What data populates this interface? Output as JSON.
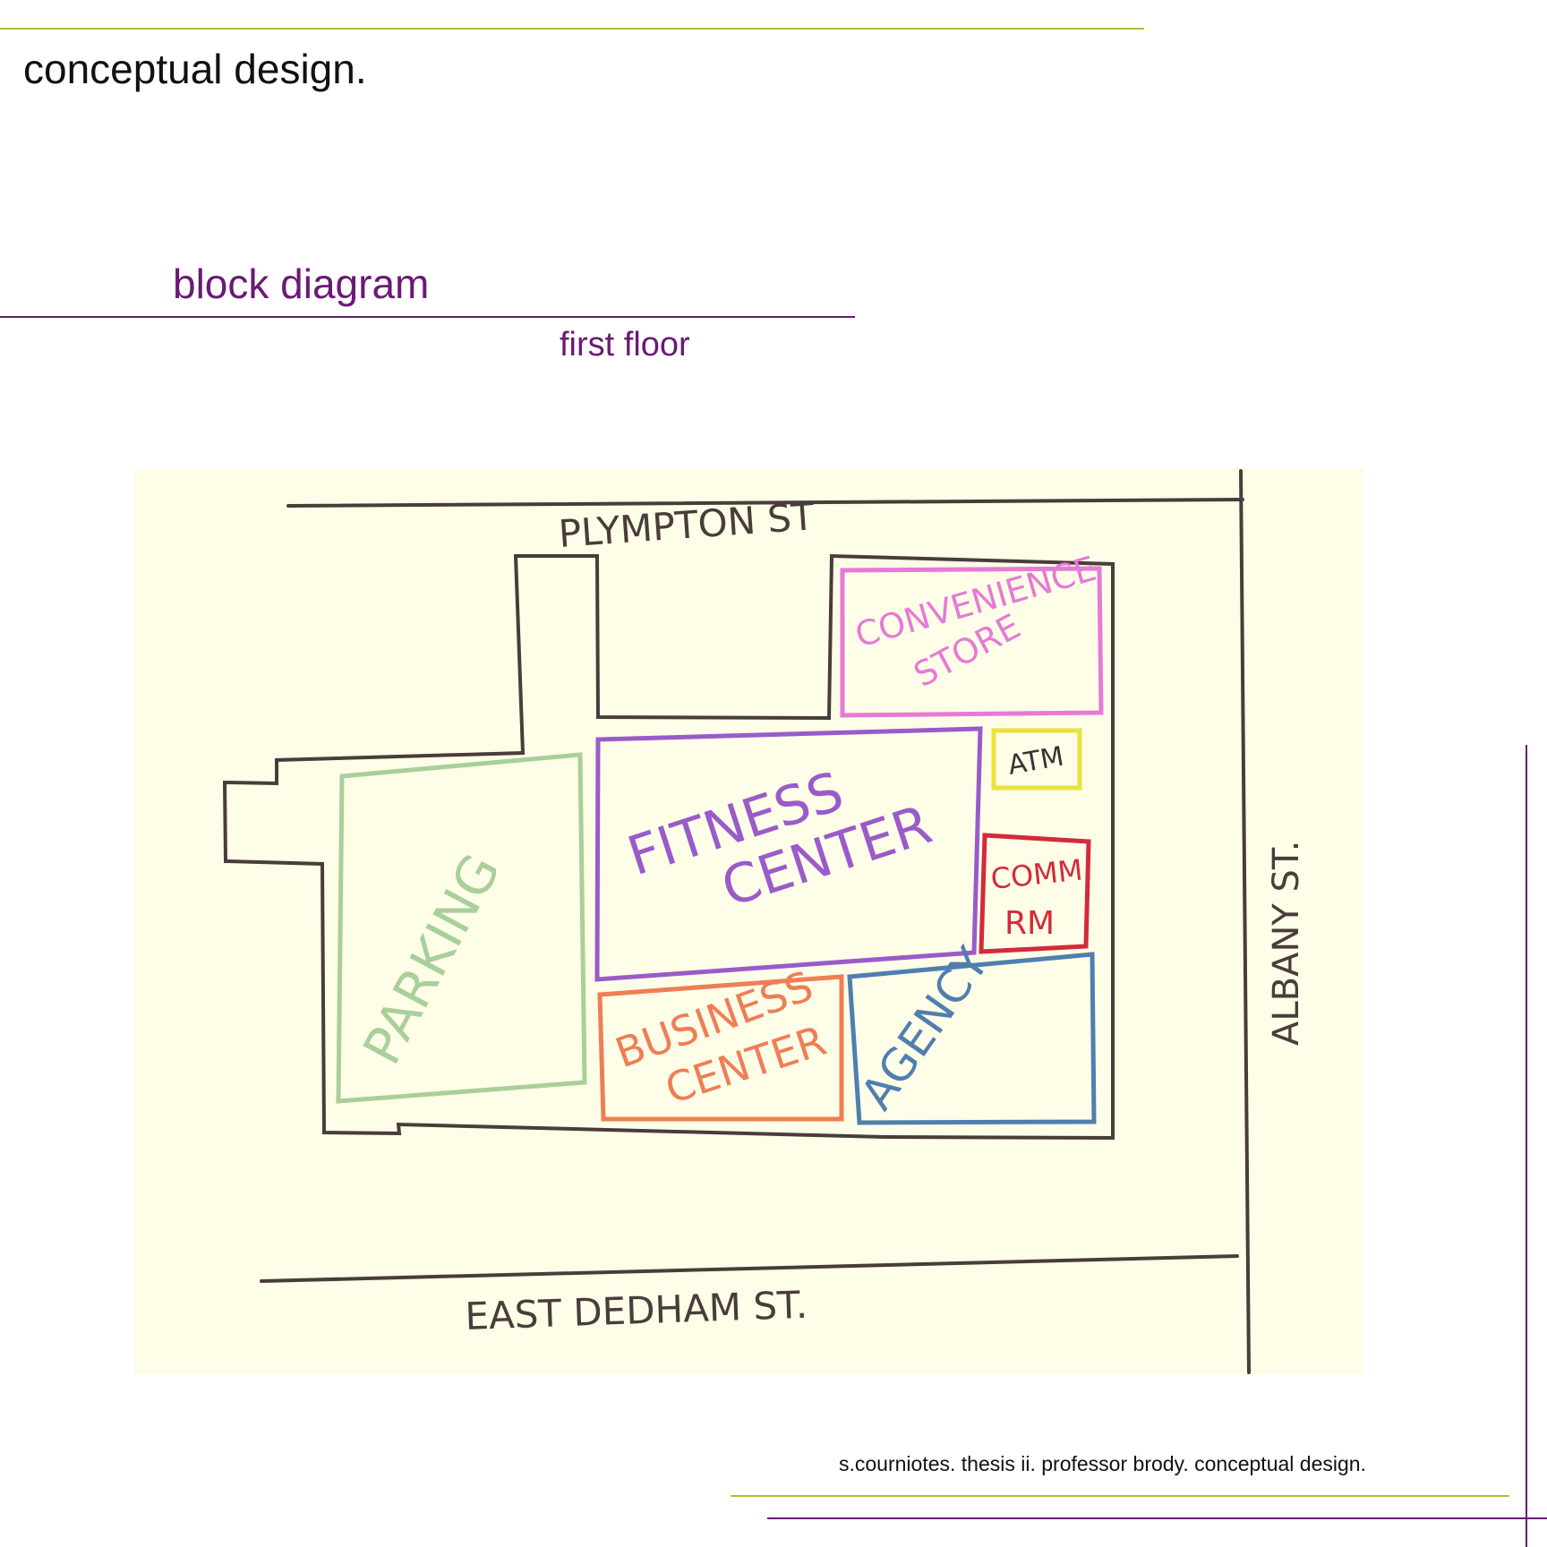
{
  "header": {
    "title": "conceptual design."
  },
  "section": {
    "title": "block diagram",
    "subtitle": "first floor"
  },
  "footer": {
    "credit": "s.courniotes. thesis ii. professor brody. conceptual design."
  },
  "colors": {
    "accent_green": "#a8c43a",
    "accent_purple": "#6a1a75",
    "paper": "#fdfde8",
    "ink": "#4a3c3a",
    "parking": "#a9cf9a",
    "fitness": "#9a5bc9",
    "convenience": "#e67ad6",
    "atm": "#e9e33a",
    "comm": "#d42a3a",
    "business": "#ee7e56",
    "agency": "#4f7fae"
  },
  "streets": {
    "north": "PLYMPTON ST",
    "south": "EAST DEDHAM ST.",
    "east": "ALBANY ST."
  },
  "blocks": {
    "parking": "PARKING",
    "fitness": [
      "FITNESS",
      "CENTER"
    ],
    "convenience": [
      "CONVENIENCE",
      "STORE"
    ],
    "atm": "ATM",
    "comm": [
      "COMM.",
      "RM"
    ],
    "business": [
      "BUSINESS",
      "CENTER"
    ],
    "agency": "AGENCY"
  }
}
